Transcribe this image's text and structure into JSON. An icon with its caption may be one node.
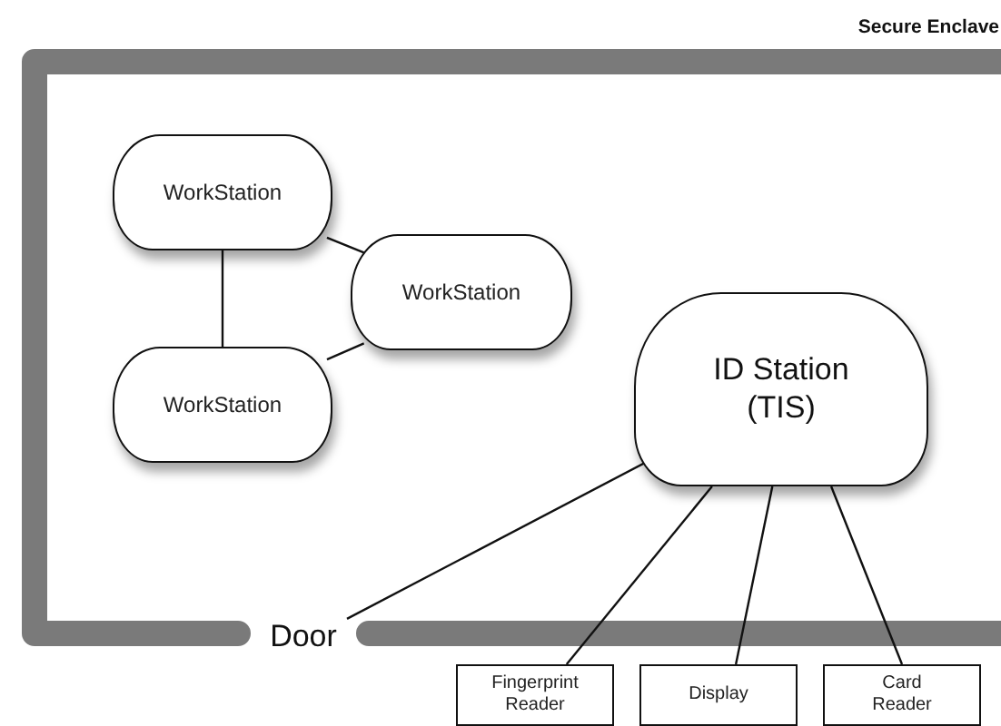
{
  "diagram": {
    "nodes": [
      {
        "text": [
          "Secure Enclave"
        ]
      },
      {
        "text": [
          "WorkStation"
        ],
        "in": 0
      },
      {
        "text": [
          "WorkStation"
        ],
        "in": 0
      },
      {
        "text": [
          "WorkStation"
        ],
        "in": 0
      },
      {
        "text": [
          "ID Station (TIS)"
        ],
        "in": 0
      },
      {
        "text": [
          "Door"
        ],
        "in": 0
      },
      {
        "text": [
          "Fingerprint Reader"
        ]
      },
      {
        "text": [
          "Display"
        ]
      },
      {
        "text": [
          "Card Reader"
        ]
      }
    ],
    "edges": [
      {
        "from": 1,
        "to": 3,
        "arrow": "none"
      },
      {
        "from": 1,
        "to": 2,
        "arrow": "none"
      },
      {
        "from": 3,
        "to": 2,
        "arrow": "none"
      },
      {
        "from": 5,
        "to": 4,
        "arrow": "none"
      },
      {
        "from": 4,
        "to": 6,
        "arrow": "none"
      },
      {
        "from": 4,
        "to": 7,
        "arrow": "none"
      },
      {
        "from": 4,
        "to": 8,
        "arrow": "none"
      }
    ]
  }
}
